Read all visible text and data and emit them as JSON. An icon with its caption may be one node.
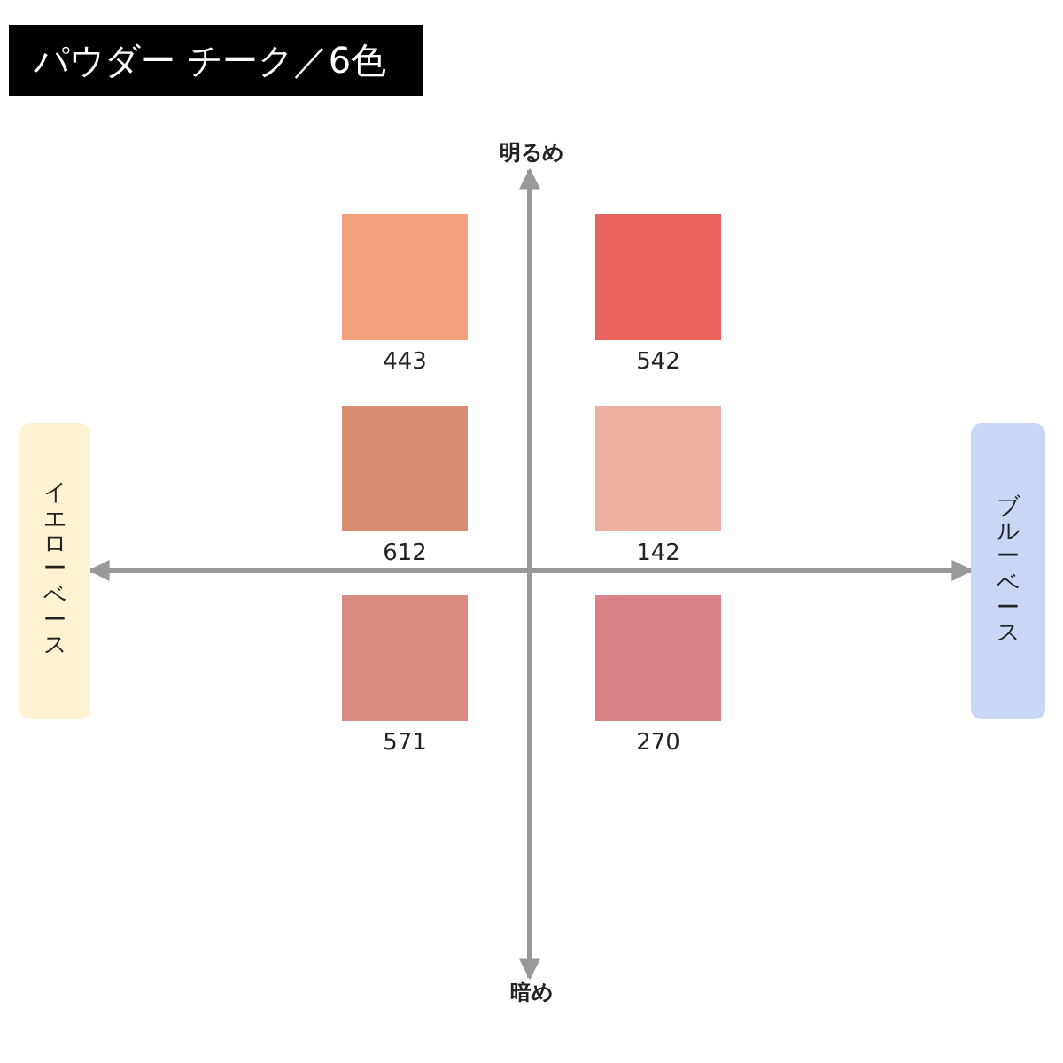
{
  "diagram": {
    "title": "パウダー チーク／6色",
    "nodes": [
      {
        "text": [
          "明るめ"
        ]
      },
      {
        "text": [
          "イエローベース"
        ]
      },
      {
        "text": [
          "ブルーベース"
        ]
      },
      {
        "text": [
          "暗め"
        ]
      },
      {
        "text": [],
        "shape": "box",
        "beside": [
          "443"
        ]
      },
      {
        "text": [],
        "shape": "box",
        "beside": [
          "542"
        ]
      },
      {
        "text": [],
        "shape": "box",
        "beside": [
          "612"
        ]
      },
      {
        "text": [],
        "shape": "box",
        "beside": [
          "142"
        ]
      },
      {
        "text": [],
        "shape": "box",
        "beside": [
          "571"
        ]
      },
      {
        "text": [],
        "shape": "box",
        "beside": [
          "270"
        ]
      }
    ],
    "edges": [
      {
        "from": 0,
        "to": 3,
        "arrow": "both"
      },
      {
        "from": 1,
        "to": 2,
        "arrow": "both"
      }
    ]
  }
}
